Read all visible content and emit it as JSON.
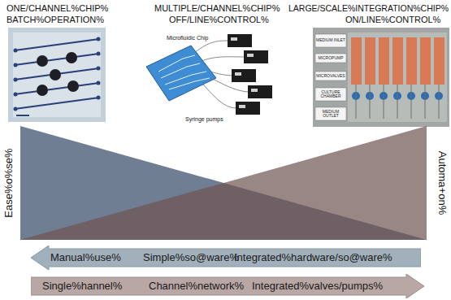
{
  "diagram": {
    "nodes": [
      {
        "text": [
          "Manual%use%",
          "Simple%so@ware%",
          "Integrated%hardware/so@ware%"
        ]
      },
      {
        "text": [
          "Single%hannel%",
          "Channel%network%",
          "Integrated%valves/pumps%"
        ]
      }
    ],
    "labels": [
      "ONE/CHANNEL%CHIP%",
      "BATCH%OPERATION%",
      "MULTIPLE/CHANNEL%CHIP%",
      "OFF/LINE%CONTROL%",
      "LARGE/SCALE%INTEGRATION%CHIP%",
      "ON/LINE%CONTROL%",
      "Microfluidic Chip",
      "Syringe pumps",
      "MEDIUM INLET",
      "MICROPUMP",
      "MICROVALVES",
      "CULTURE CHAMBER",
      "MEDIUM OUTLET",
      "Ease%o%se%",
      "Automa+on%"
    ]
  }
}
